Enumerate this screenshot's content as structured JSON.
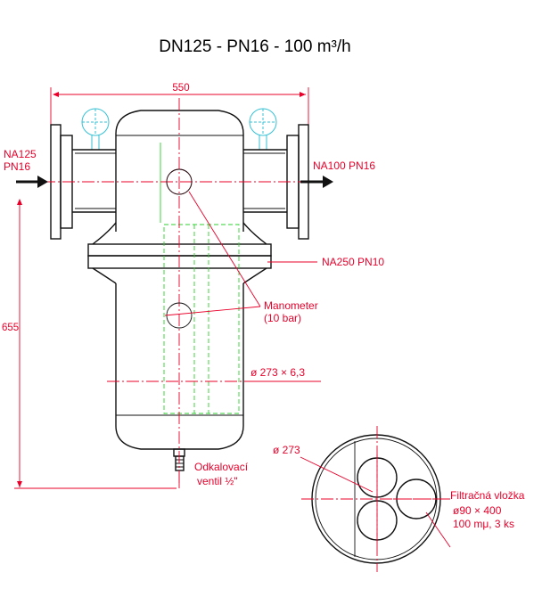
{
  "title": "DN125 - PN16 - 100 m³/h",
  "dimensions": {
    "width": "550",
    "height": "655",
    "pipe": "ø 273 × 6,3",
    "section_diameter": "ø 273"
  },
  "labels": {
    "inlet_line1": "NA125",
    "inlet_line2": "PN16",
    "outlet": "NA100 PN16",
    "flange": "NA250 PN10",
    "manometer_line1": "Manometer",
    "manometer_line2": "(10 bar)",
    "drain_line1": "Odkalovací",
    "drain_line2": "ventil ½\"",
    "cartridge_line1": "Filtračná vložka",
    "cartridge_line2": "ø90 × 400",
    "cartridge_line3": "100 mμ, 3 ks"
  },
  "colors": {
    "dimension": "#e8002a",
    "outline": "#111111",
    "cartridge": "#2bd12b",
    "gauge": "#35c1d4"
  }
}
